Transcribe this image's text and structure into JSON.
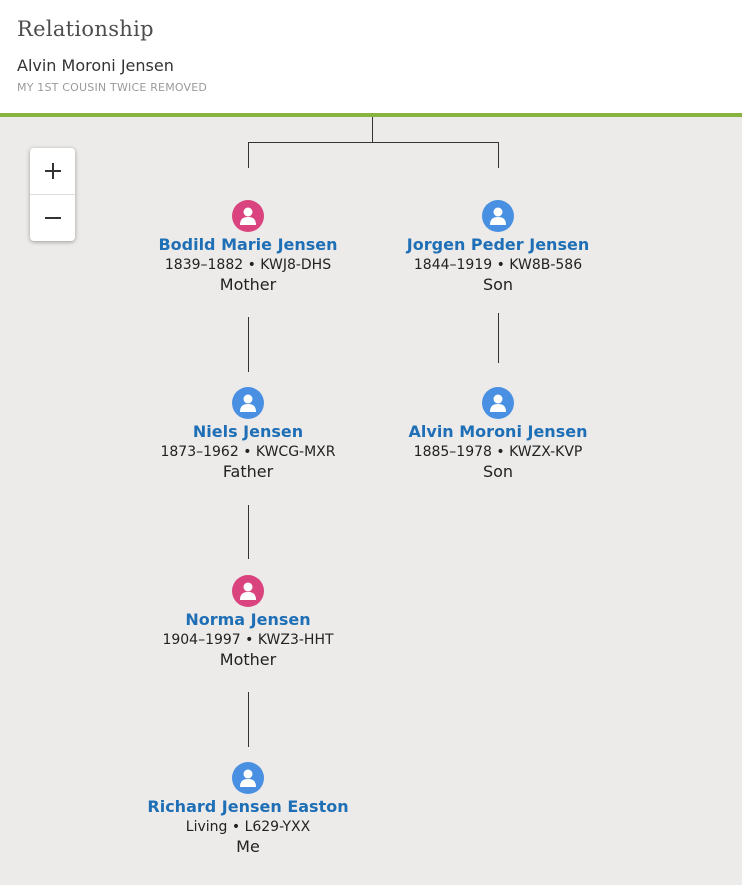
{
  "header": {
    "title": "Relationship",
    "person_name": "Alvin Moroni Jensen",
    "relationship": "MY 1ST COUSIN TWICE REMOVED"
  },
  "colors": {
    "accent_bar": "#88b33e",
    "link": "#1f6fb6",
    "female": "#d9437e",
    "male": "#4a90e2"
  },
  "zoom": {
    "in_icon": "plus-icon",
    "out_icon": "minus-icon"
  },
  "people": [
    {
      "name": "Bodild Marie Jensen",
      "meta": "1839–1882 • KWJ8-DHS",
      "relation": "Mother",
      "gender": "female"
    },
    {
      "name": "Jorgen Peder Jensen",
      "meta": "1844–1919 • KW8B-586",
      "relation": "Son",
      "gender": "male"
    },
    {
      "name": "Niels Jensen",
      "meta": "1873–1962 • KWCG-MXR",
      "relation": "Father",
      "gender": "male"
    },
    {
      "name": "Alvin Moroni Jensen",
      "meta": "1885–1978 • KWZX-KVP",
      "relation": "Son",
      "gender": "male"
    },
    {
      "name": "Norma Jensen",
      "meta": "1904–1997 • KWZ3-HHT",
      "relation": "Mother",
      "gender": "female"
    },
    {
      "name": "Richard Jensen Easton",
      "meta": "Living • L629-YXX",
      "relation": "Me",
      "gender": "male"
    }
  ]
}
